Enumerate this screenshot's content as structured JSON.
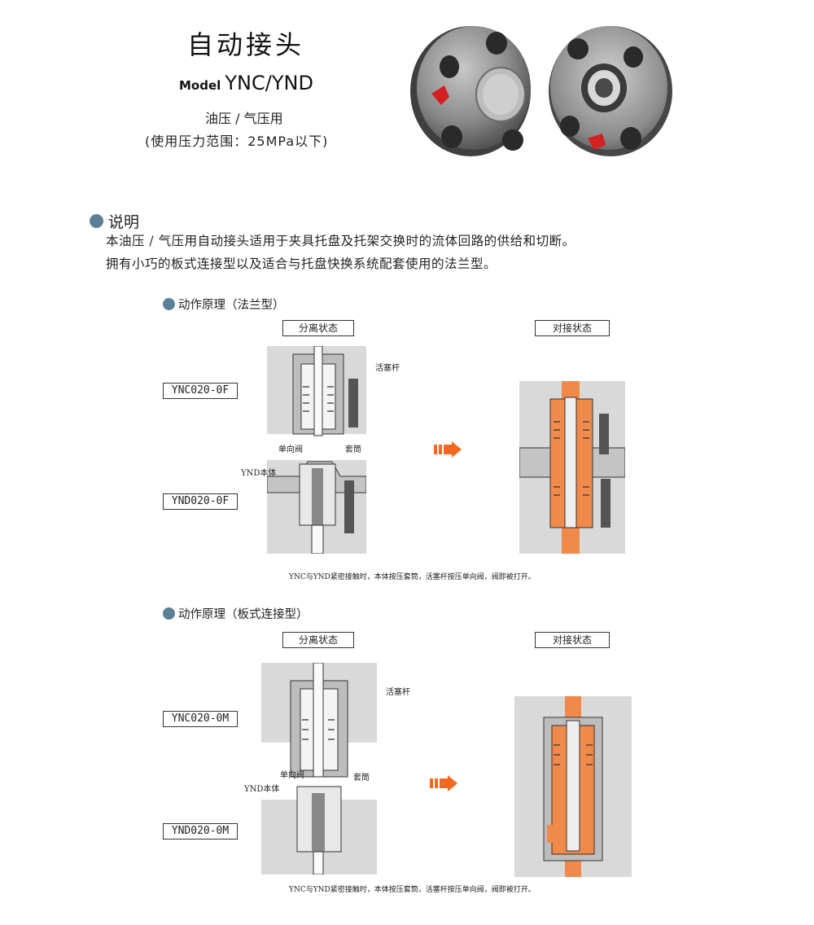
{
  "header": {
    "title": "自动接头",
    "model_prefix": "Model",
    "model_name": "YNC/YND",
    "usage": "油压 / 气压用",
    "pressure": "(使用压力范围：25MPa以下)"
  },
  "description": {
    "heading": "说明",
    "line1": "本油压 / 气压用自动接头适用于夹具托盘及托架交换时的流体回路的供给和切断。",
    "line2": "拥有小巧的板式连接型以及适合与托盘快换系统配套使用的法兰型。"
  },
  "flange_section": {
    "heading": "动作原理（法兰型）",
    "state_separated": "分离状态",
    "state_connected": "对接状态",
    "model_top": "YNC020-0F",
    "model_bottom": "YND020-0F",
    "callout_piston": "活塞杆",
    "callout_sleeve": "套筒",
    "callout_check_valve": "单向阀",
    "callout_ynd_body": "YND本体",
    "caption": "YNC与YND紧密接触时，本体按压套筒，活塞杆按压单向阀，阀即被打开。"
  },
  "plate_section": {
    "heading": "动作原理（板式连接型）",
    "state_separated": "分离状态",
    "state_connected": "对接状态",
    "model_top": "YNC020-0M",
    "model_bottom": "YND020-0M",
    "callout_piston": "活塞杆",
    "callout_sleeve": "套筒",
    "callout_check_valve": "单向阀",
    "callout_ynd_body": "YND本体",
    "caption": "YNC与YND紧密接触时，本体按压套筒，活塞杆按压单向阀，阀即被打开。"
  },
  "colors": {
    "accent_dot": "#5b7f96",
    "fluid": "#f08a4b",
    "arrow": "#f26a21",
    "plate_gray": "#d9d9d9",
    "logo_red": "#d42020"
  }
}
